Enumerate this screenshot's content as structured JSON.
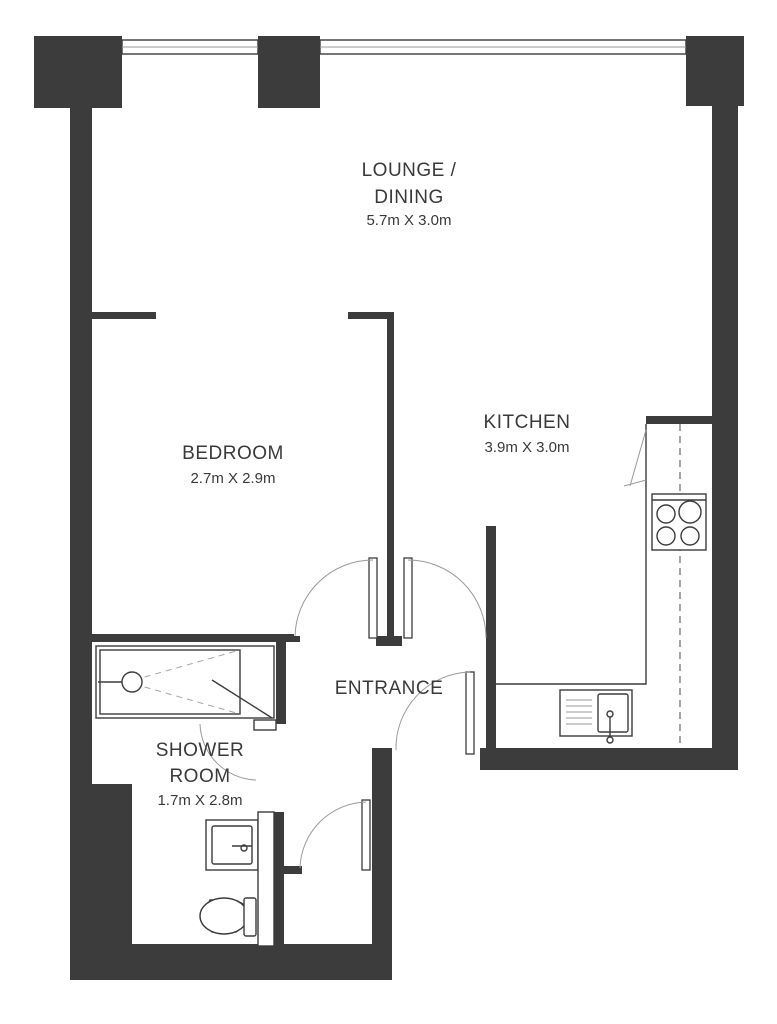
{
  "rooms": {
    "lounge": {
      "name_line1": "LOUNGE /",
      "name_line2": "DINING",
      "size": "5.7m X 3.0m"
    },
    "kitchen": {
      "name": "KITCHEN",
      "size": "3.9m X 3.0m"
    },
    "bedroom": {
      "name": "BEDROOM",
      "size": "2.7m X 2.9m"
    },
    "entrance": {
      "name": "ENTRANCE"
    },
    "shower": {
      "name_line1": "SHOWER",
      "name_line2": "ROOM",
      "size": "1.7m X 2.8m"
    }
  },
  "colors": {
    "wall": "#3c3c3c",
    "background": "#ffffff",
    "text": "#3a3a3a"
  }
}
